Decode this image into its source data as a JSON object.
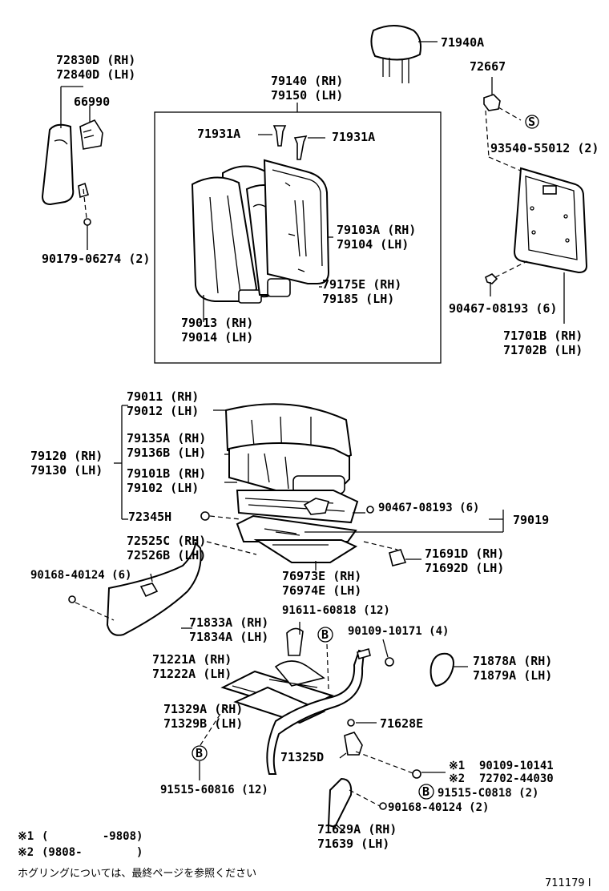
{
  "labels": {
    "armrest_rh": "72830D (RH)",
    "armrest_lh": "72840D (LH)",
    "cover_66990": "66990",
    "screw_90179": "90179-06274 (2)",
    "back_frame_rh": "79140 (RH)",
    "back_frame_lh": "79150 (LH)",
    "guide_left": "71931A",
    "guide_right": "71931A",
    "back_pad_rh": "79103A (RH)",
    "back_pad_lh": "79104  (LH)",
    "back_sub_rh": "79175E (RH)",
    "back_sub_lh": "79185  (LH)",
    "back_cover_rh": "79013 (RH)",
    "back_cover_lh": "79014 (LH)",
    "headrest": "71940A",
    "clip_72667": "72667",
    "screw_93540": "93540-55012 (2)",
    "screw_90467_back": "90467-08193 (6)",
    "board_rh": "71701B (RH)",
    "board_lh": "71702B (LH)",
    "cushion_cover_rh": "79011 (RH)",
    "cushion_cover_lh": "79012 (LH)",
    "cushion_assy_rh": "79120 (RH)",
    "cushion_assy_lh": "79130 (LH)",
    "cushion_pad_rh": "79135A (RH)",
    "cushion_pad_lh": "79136B (LH)",
    "cushion_frame_rh": "79101B (RH)",
    "cushion_frame_lh": "79102   (LH)",
    "hook_72345": "72345H",
    "screw_90467_cushion": "90467-08193 (6)",
    "group_79019": "79019",
    "shield_rh": "72525C (RH)",
    "shield_lh": "72526B (LH)",
    "cover_71691_rh": "71691D (RH)",
    "cover_71692_lh": "71692D (LH)",
    "bolt_90168_top": "90168-40124 (6)",
    "pan_rh": "76973E (RH)",
    "pan_lh": "76974E (LH)",
    "nut_91611": "91611-60818 (12)",
    "bolt_90109": "90109-10171 (4)",
    "outer_shield_rh": "71833A (RH)",
    "outer_shield_lh": "71834A (LH)",
    "knob_rh": "71878A (RH)",
    "knob_lh": "71879A (LH)",
    "adjuster_rh": "71221A (RH)",
    "adjuster_lh": "71222A (LH)",
    "track_rh": "71329A (RH)",
    "track_lh": "71329B (LH)",
    "spring_71628": "71628E",
    "handle_71325": "71325D",
    "screw_note1": "90109-10141",
    "screw_note2": "72702-44030",
    "mark1": "※1",
    "mark2": "※2",
    "bolt_91515_left": "91515-60816 (12)",
    "bolt_91515_right": "91515-C0818 (2)",
    "bolt_90168_bottom": "90168-40124 (2)",
    "lever_rh": "71629A (RH)",
    "lever_lh": "71639   (LH)",
    "b_marker": "B",
    "s_marker": "S"
  },
  "notes": {
    "note1_mark": "※1",
    "note1_range": "(        -9808)",
    "note2_mark": "※2",
    "note2_range": "(9808-        )",
    "japanese": "ホグリングについては、最終ページを参照ください",
    "figure_id": "711179 I"
  }
}
